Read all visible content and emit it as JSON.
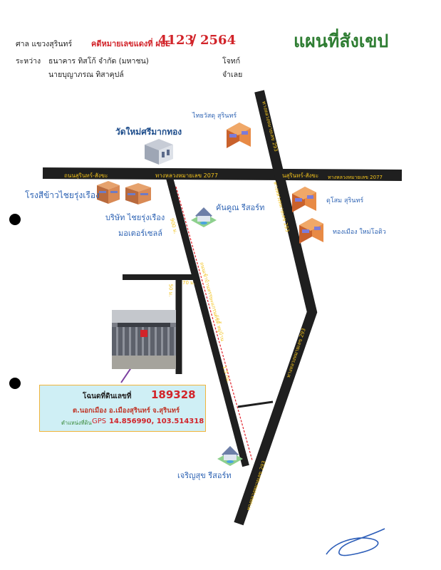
{
  "header": {
    "court": "ศาล แขวงสุรินทร์",
    "case_label": "คดีหมายเลขแดงที่ ผบE",
    "case_no": "4123",
    "case_sep": "/",
    "case_year": "2564",
    "between": "ระหว่าง",
    "plaintiff": "ธนาคาร ทิสโก้ จำกัด (มหาชน)",
    "plaintiff_role": "โจทก์",
    "defendant": "นายบุญาภรณ ทิสาคุปล์",
    "defendant_role": "จำเลย",
    "map_title": "แผนที่สังเขป"
  },
  "roads": {
    "road_2077_left": "ถนนสุรินทร์-สังขะ",
    "road_2077_mid": "ทางหลวงหมายเลข 2077",
    "road_2077_right_a": "นสุรินทร์-สังขะ",
    "road_2077_right_b": "ทางหลวงหมายเลข 2077",
    "road_293_top": "ทางหลวงหมายเลข 293",
    "road_293_mid": "ทางหลวงหมายเลข 293",
    "road_293_lower": "ทางหลวงหมายเลข 293",
    "road_293_bottom": "ทางหลวงหมายเลข 293",
    "dist_900": "900 ม.",
    "dist_70": "70 ม.",
    "dist_50": "50 ม.",
    "dist_15": "1.5 กม.",
    "side_road": "ถนนเข้าบ้านหรรษะแกรนด์ซิตี้ หมู่บ้าน"
  },
  "places": {
    "thai_watsadu": "ไทยวัสดุ สุรินทร์",
    "wat": "วัดใหม่ศรีมากทอง",
    "rice_mill": "โรงสีข้าวไชยรุ่งเรือง",
    "company_1": "บริษัท ไชยรุ่งเรือง",
    "company_2": "มอเตอร์เซลล์",
    "resort_1": "คันคูณ รีสอร์ท",
    "dusit": "ดุโสม สุรินทร์",
    "mall": "ทองเมือง ใหม่โอติว",
    "resort_2": "เจริญสุข รีสอร์ท"
  },
  "land": {
    "deed_label": "โฉนดที่ดินเลขที่",
    "deed_no": "189328",
    "location": "ต.นอกเมือง อ.เมืองสุรินทร์ จ.สุรินทร์",
    "gps_label": "ตำแหน่งที่ดิน",
    "gps_prefix": "GPS",
    "gps_value": "14.856990, 103.514318"
  },
  "colors": {
    "road": "#1f1f1f",
    "road_label": "#f2c21b",
    "place_label": "#2f64b4",
    "case_red": "#d2242a",
    "title_green": "#2e7d32",
    "infobox_bg": "#cfeff5",
    "dashed_line": "#e0202a"
  },
  "icons": [
    "building-icon",
    "house-icon",
    "land-photo",
    "signature"
  ]
}
